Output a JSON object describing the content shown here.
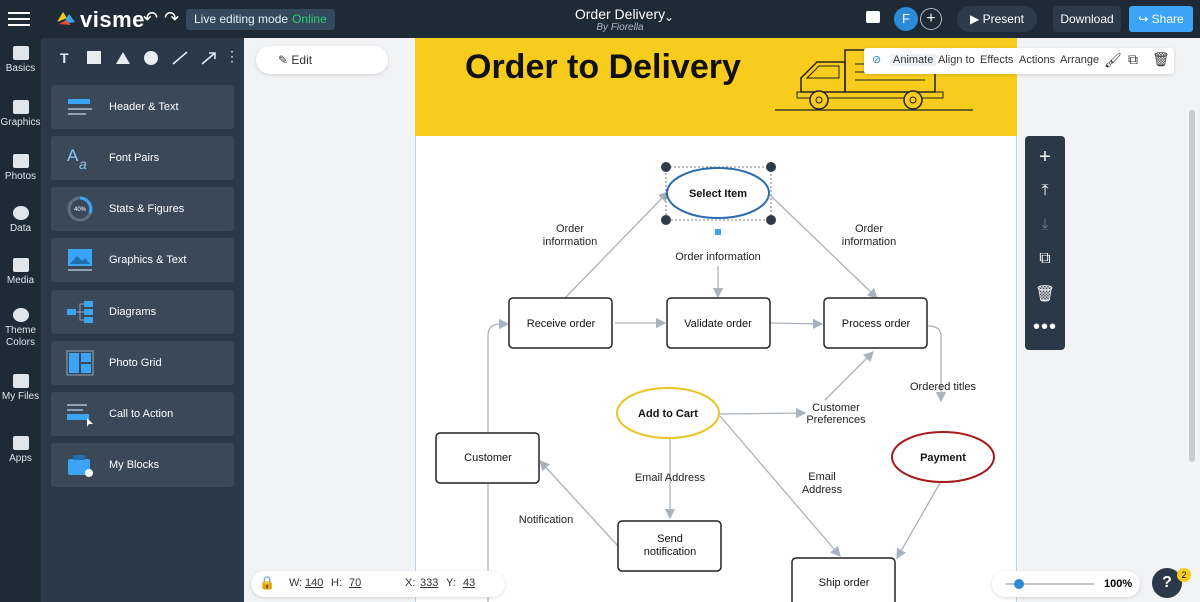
{
  "app": {
    "logo": "visme",
    "live_mode_label": "Live editing mode",
    "live_status": "Online",
    "doc_title": "Order Delivery",
    "doc_author": "By Fiorella",
    "avatar_initial": "F",
    "present_label": "Present",
    "download_label": "Download",
    "share_label": "Share"
  },
  "leftnav": {
    "items": [
      {
        "label": "Basics"
      },
      {
        "label": "Graphics"
      },
      {
        "label": "Photos"
      },
      {
        "label": "Data"
      },
      {
        "label": "Media"
      },
      {
        "label": "Theme Colors"
      },
      {
        "label": "My Files"
      },
      {
        "label": "Apps"
      }
    ]
  },
  "panel": {
    "items": [
      {
        "label": "Header & Text"
      },
      {
        "label": "Font Pairs"
      },
      {
        "label": "Stats & Figures"
      },
      {
        "label": "Graphics & Text"
      },
      {
        "label": "Diagrams"
      },
      {
        "label": "Photo Grid"
      },
      {
        "label": "Call to Action"
      },
      {
        "label": "My Blocks"
      }
    ],
    "stat_thumb_text": "40%"
  },
  "canvas": {
    "edit_label": "Edit",
    "slide_title": "Order to Delivery"
  },
  "context_bar": {
    "animate": "Animate",
    "align": "Align to",
    "effects": "Effects",
    "actions": "Actions",
    "arrange": "Arrange"
  },
  "diagram": {
    "nodes": {
      "select_item": "Select Item",
      "receive_order": "Receive order",
      "validate_order": "Validate  order",
      "process_order": "Process order",
      "add_to_cart": "Add to Cart",
      "customer": "Customer",
      "payment": "Payment",
      "send_notification_1": "Send",
      "send_notification_2": "notification",
      "ship_order": "Ship order"
    },
    "labels": {
      "order_info_left_1": "Order",
      "order_info_left_2": "information",
      "order_info_mid": "Order information",
      "order_info_right_1": "Order",
      "order_info_right_2": "information",
      "ordered_titles": "Ordered titles",
      "customer_pref_1": "Customer",
      "customer_pref_2": "Preferences",
      "email_mid": "Email Address",
      "email_right_1": "Email",
      "email_right_2": "Address",
      "notification": "Notification"
    }
  },
  "bottombar": {
    "w_label": "W:",
    "w_value": "140",
    "h_label": "H:",
    "h_value": "70",
    "x_label": "X:",
    "x_value": "333",
    "y_label": "Y:",
    "y_value": "43"
  },
  "zoom": {
    "value": "100%"
  },
  "help": {
    "label": "?",
    "badge": "2"
  }
}
